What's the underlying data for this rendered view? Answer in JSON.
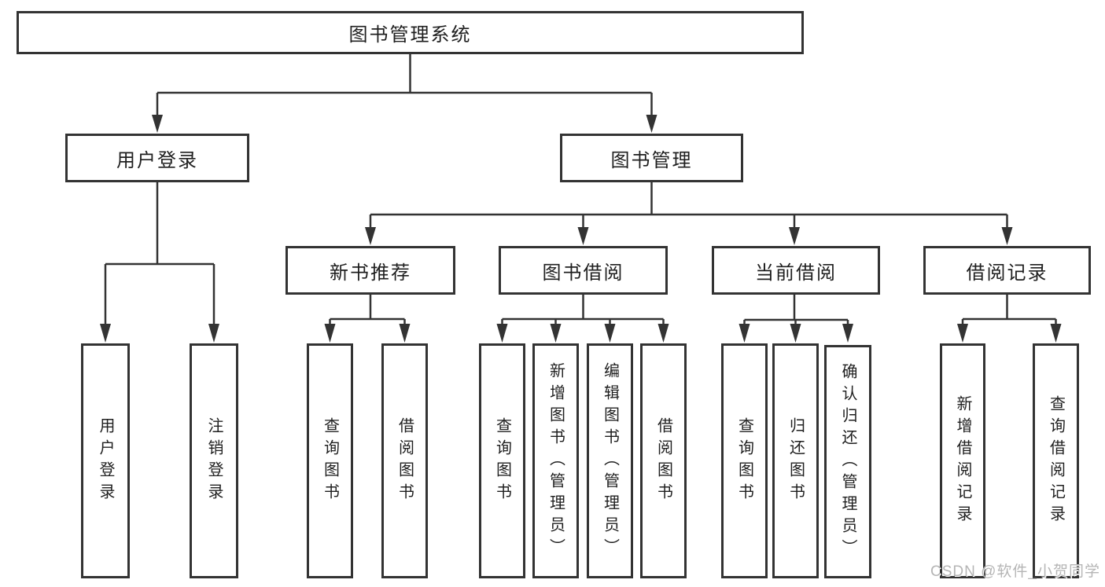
{
  "diagram_title": "图书管理系统",
  "colors": {
    "line": "#333333",
    "box_border": "#333333",
    "text": "#1f1f1f",
    "background": "#ffffff",
    "watermark": "#b5b5b5"
  },
  "nodes": {
    "root": "图书管理系统",
    "user_login": "用户登录",
    "book_mgmt": "图书管理",
    "new_book_rec": "新书推荐",
    "book_borrow": "图书借阅",
    "current_borrow": "当前借阅",
    "borrow_records": "借阅记录",
    "leaf_user_login": "用户登录",
    "leaf_logout": "注销登录",
    "leaf_query_book_rec": "查询图书",
    "leaf_borrow_book_rec": "借阅图书",
    "leaf_query_book_borrow": "查询图书",
    "leaf_add_book_admin": "新增图书（管理员）",
    "leaf_edit_book_admin": "编辑图书（管理员）",
    "leaf_borrow_book_borrow": "借阅图书",
    "leaf_query_book_current": "查询图书",
    "leaf_return_book": "归还图书",
    "leaf_confirm_return_admin": "确认归还（管理员）",
    "leaf_add_borrow_record": "新增借阅记录",
    "leaf_query_borrow_record": "查询借阅记录"
  },
  "watermark": {
    "text": "CSDN @软件_小贺同学"
  }
}
